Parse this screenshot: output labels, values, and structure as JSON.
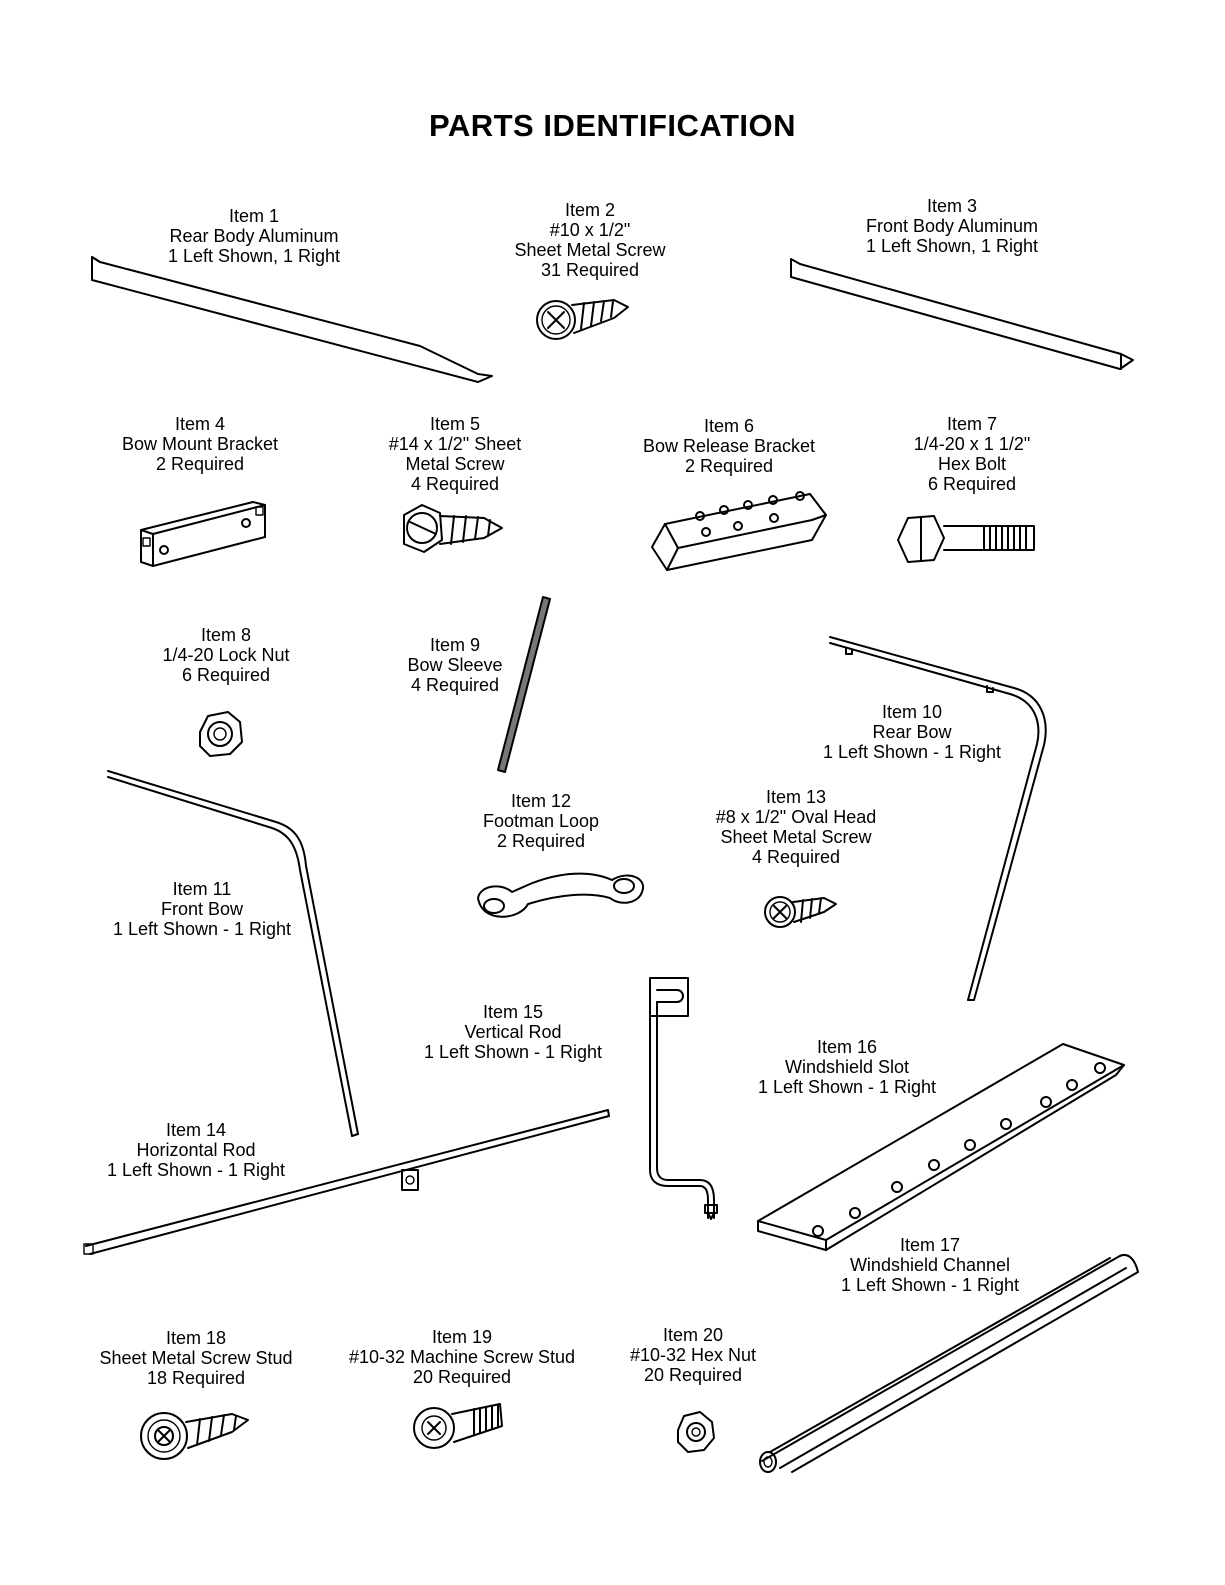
{
  "title": "PARTS IDENTIFICATION",
  "items": [
    {
      "id": "1",
      "lines": [
        "Item 1",
        "Rear Body Aluminum",
        "1 Left Shown, 1 Right"
      ]
    },
    {
      "id": "2",
      "lines": [
        "Item 2",
        "#10 x 1/2\"",
        "Sheet Metal Screw",
        "31 Required"
      ]
    },
    {
      "id": "3",
      "lines": [
        "Item 3",
        "Front Body Aluminum",
        "1 Left Shown, 1 Right"
      ]
    },
    {
      "id": "4",
      "lines": [
        "Item 4",
        "Bow Mount Bracket",
        "2 Required"
      ]
    },
    {
      "id": "5",
      "lines": [
        "Item 5",
        "#14 x 1/2\" Sheet",
        "Metal Screw",
        "4 Required"
      ]
    },
    {
      "id": "6",
      "lines": [
        "Item 6",
        "Bow Release Bracket",
        "2 Required"
      ]
    },
    {
      "id": "7",
      "lines": [
        "Item 7",
        "1/4-20 x 1 1/2\"",
        "Hex Bolt",
        "6 Required"
      ]
    },
    {
      "id": "8",
      "lines": [
        "Item 8",
        "1/4-20 Lock Nut",
        "6 Required"
      ]
    },
    {
      "id": "9",
      "lines": [
        "Item 9",
        "Bow Sleeve",
        "4 Required"
      ]
    },
    {
      "id": "10",
      "lines": [
        "Item 10",
        "Rear Bow",
        "1 Left Shown - 1 Right"
      ]
    },
    {
      "id": "11",
      "lines": [
        "Item 11",
        "Front Bow",
        "1 Left Shown - 1 Right"
      ]
    },
    {
      "id": "12",
      "lines": [
        "Item 12",
        "Footman Loop",
        "2 Required"
      ]
    },
    {
      "id": "13",
      "lines": [
        "Item 13",
        "#8 x 1/2\" Oval Head",
        "Sheet Metal Screw",
        "4 Required"
      ]
    },
    {
      "id": "14",
      "lines": [
        "Item 14",
        "Horizontal Rod",
        "1 Left Shown - 1 Right"
      ]
    },
    {
      "id": "15",
      "lines": [
        "Item 15",
        "Vertical Rod",
        "1 Left Shown - 1 Right"
      ]
    },
    {
      "id": "16",
      "lines": [
        "Item 16",
        "Windshield Slot",
        "1 Left Shown - 1 Right"
      ]
    },
    {
      "id": "17",
      "lines": [
        "Item 17",
        "Windshield Channel",
        "1 Left Shown - 1 Right"
      ]
    },
    {
      "id": "18",
      "lines": [
        "Item 18",
        "Sheet Metal Screw Stud",
        "18 Required"
      ]
    },
    {
      "id": "19",
      "lines": [
        "Item 19",
        "#10-32 Machine Screw Stud",
        "20 Required"
      ]
    },
    {
      "id": "20",
      "lines": [
        "Item 20",
        "#10-32 Hex Nut",
        "20 Required"
      ]
    }
  ]
}
